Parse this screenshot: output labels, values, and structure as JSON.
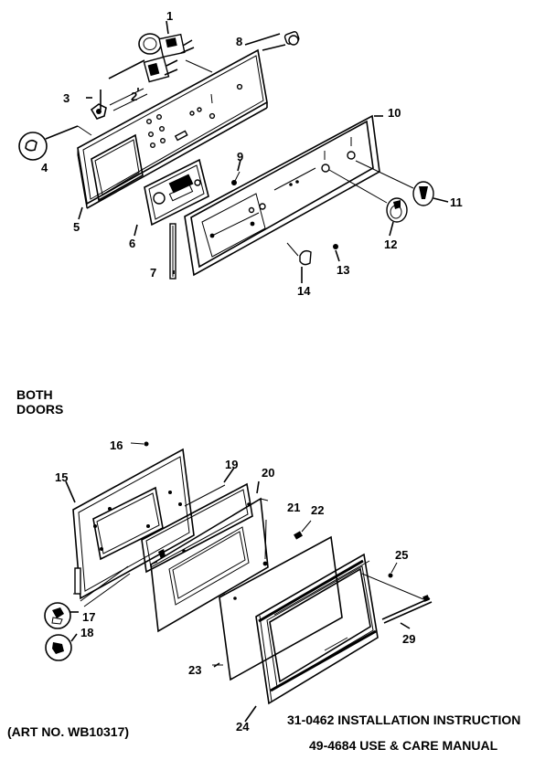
{
  "section_label": [
    "BOTH",
    "DOORS"
  ],
  "art_no": "(ART NO. WB10317)",
  "references": [
    "31-0462 INSTALLATION INSTRUCTION",
    "49-4684 USE & CARE MANUAL"
  ],
  "part_labels": {
    "p1": "1",
    "p2": "2",
    "p3": "3",
    "p4": "4",
    "p5": "5",
    "p6": "6",
    "p7": "7",
    "p8": "8",
    "p9": "9",
    "p10": "10",
    "p11": "11",
    "p12": "12",
    "p13": "13",
    "p14": "14",
    "p15": "15",
    "p16": "16",
    "p17": "17",
    "p18": "18",
    "p19": "19",
    "p20": "20",
    "p21": "21",
    "p22": "22",
    "p23": "23",
    "p24": "24",
    "p25": "25",
    "p29": "29"
  }
}
